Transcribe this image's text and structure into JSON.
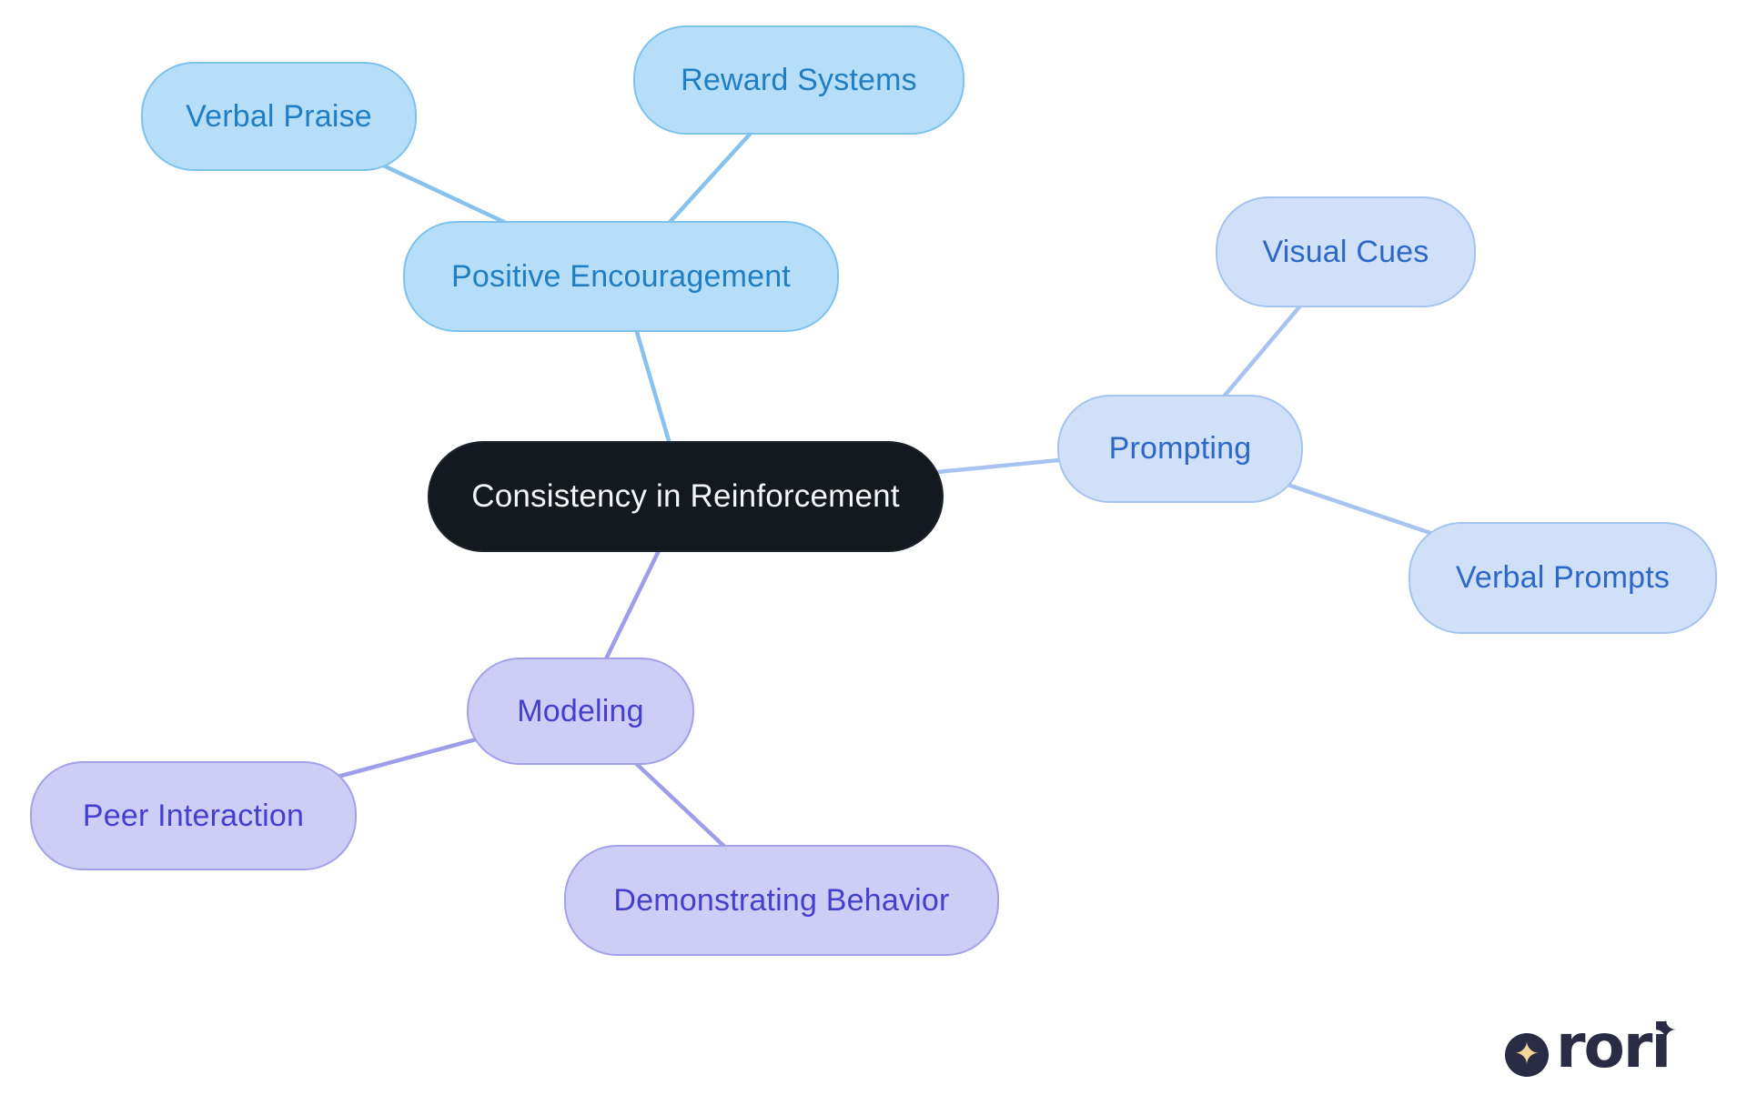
{
  "diagram": {
    "type": "mindmap",
    "root": {
      "label": "Consistency in Reinforcement",
      "fill": "#14181f",
      "text_color": "#f6f7f8"
    },
    "branches": [
      {
        "label": "Positive Encouragement",
        "fill": "#b6def9",
        "border": "#7dc2ee",
        "text_color": "#1f7ec4",
        "edge_color": "#87c2ee",
        "children": [
          {
            "label": "Verbal Praise"
          },
          {
            "label": "Reward Systems"
          }
        ]
      },
      {
        "label": "Prompting",
        "fill": "#cfe0f8",
        "border": "#a5c3ef",
        "text_color": "#2d68c8",
        "edge_color": "#a6c4ef",
        "children": [
          {
            "label": "Visual Cues"
          },
          {
            "label": "Verbal Prompts"
          }
        ]
      },
      {
        "label": "Modeling",
        "fill": "#cecdf5",
        "border": "#a2a1e9",
        "text_color": "#4440cf",
        "edge_color": "#9e9dea",
        "children": [
          {
            "label": "Peer Interaction"
          },
          {
            "label": "Demonstrating Behavior"
          }
        ]
      }
    ],
    "background": "#ffffff"
  },
  "logo": {
    "brand": "rori",
    "circle_star": "✦",
    "i_sparkle": "✦",
    "brand_color": "#2a2b45",
    "star_color": "#f3d795"
  }
}
